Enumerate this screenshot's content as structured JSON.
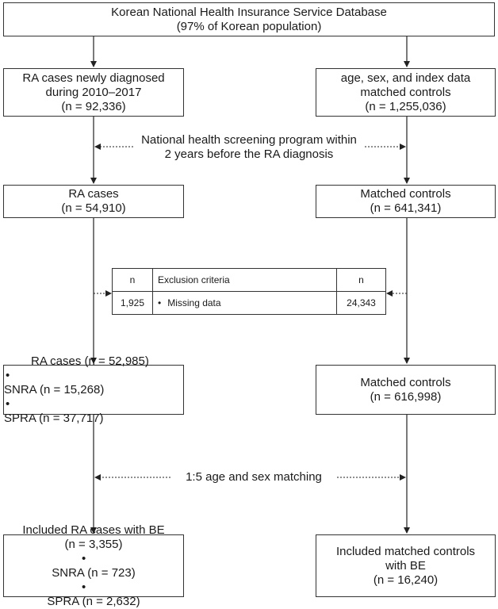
{
  "top": {
    "line1": "Korean National Health Insurance Service Database",
    "line2": "(97% of Korean population)"
  },
  "ra_new": {
    "line1": "RA cases newly diagnosed",
    "line2": "during 2010–2017",
    "line3": "(n = 92,336)"
  },
  "ctrl_new": {
    "line1": "age, sex, and index data",
    "line2": "matched controls",
    "line3": "(n = 1,255,036)"
  },
  "screening_note": {
    "line1": "National health screening program within",
    "line2": "2 years before the RA diagnosis"
  },
  "ra_cases": {
    "line1": "RA cases",
    "line2": "(n = 54,910)"
  },
  "ctrl_cases": {
    "line1": "Matched controls",
    "line2": "(n = 641,341)"
  },
  "exclusion": {
    "header_n_left": "n",
    "header_criteria": "Exclusion criteria",
    "header_n_right": "n",
    "row_n_left": "1,925",
    "row_bullet": "•",
    "row_criteria": "Missing data",
    "row_n_right": "24,343"
  },
  "ra_cases2": {
    "line1": "RA cases  (n = 52,985)",
    "bullet": "•",
    "snra": "SNRA (n = 15,268)",
    "spra": "SPRA (n = 37,717)"
  },
  "ctrl_cases2": {
    "line1": "Matched controls",
    "line2": "(n = 616,998)"
  },
  "matching_note": "1:5 age and sex matching",
  "ra_final": {
    "line1": "Included RA cases with BE",
    "line2": "(n = 3,355)",
    "bullet": "•",
    "snra": "SNRA (n = 723)",
    "spra": "SPRA (n = 2,632)"
  },
  "ctrl_final": {
    "line1": "Included matched controls",
    "line2": "with BE",
    "line3": "(n = 16,240)"
  }
}
